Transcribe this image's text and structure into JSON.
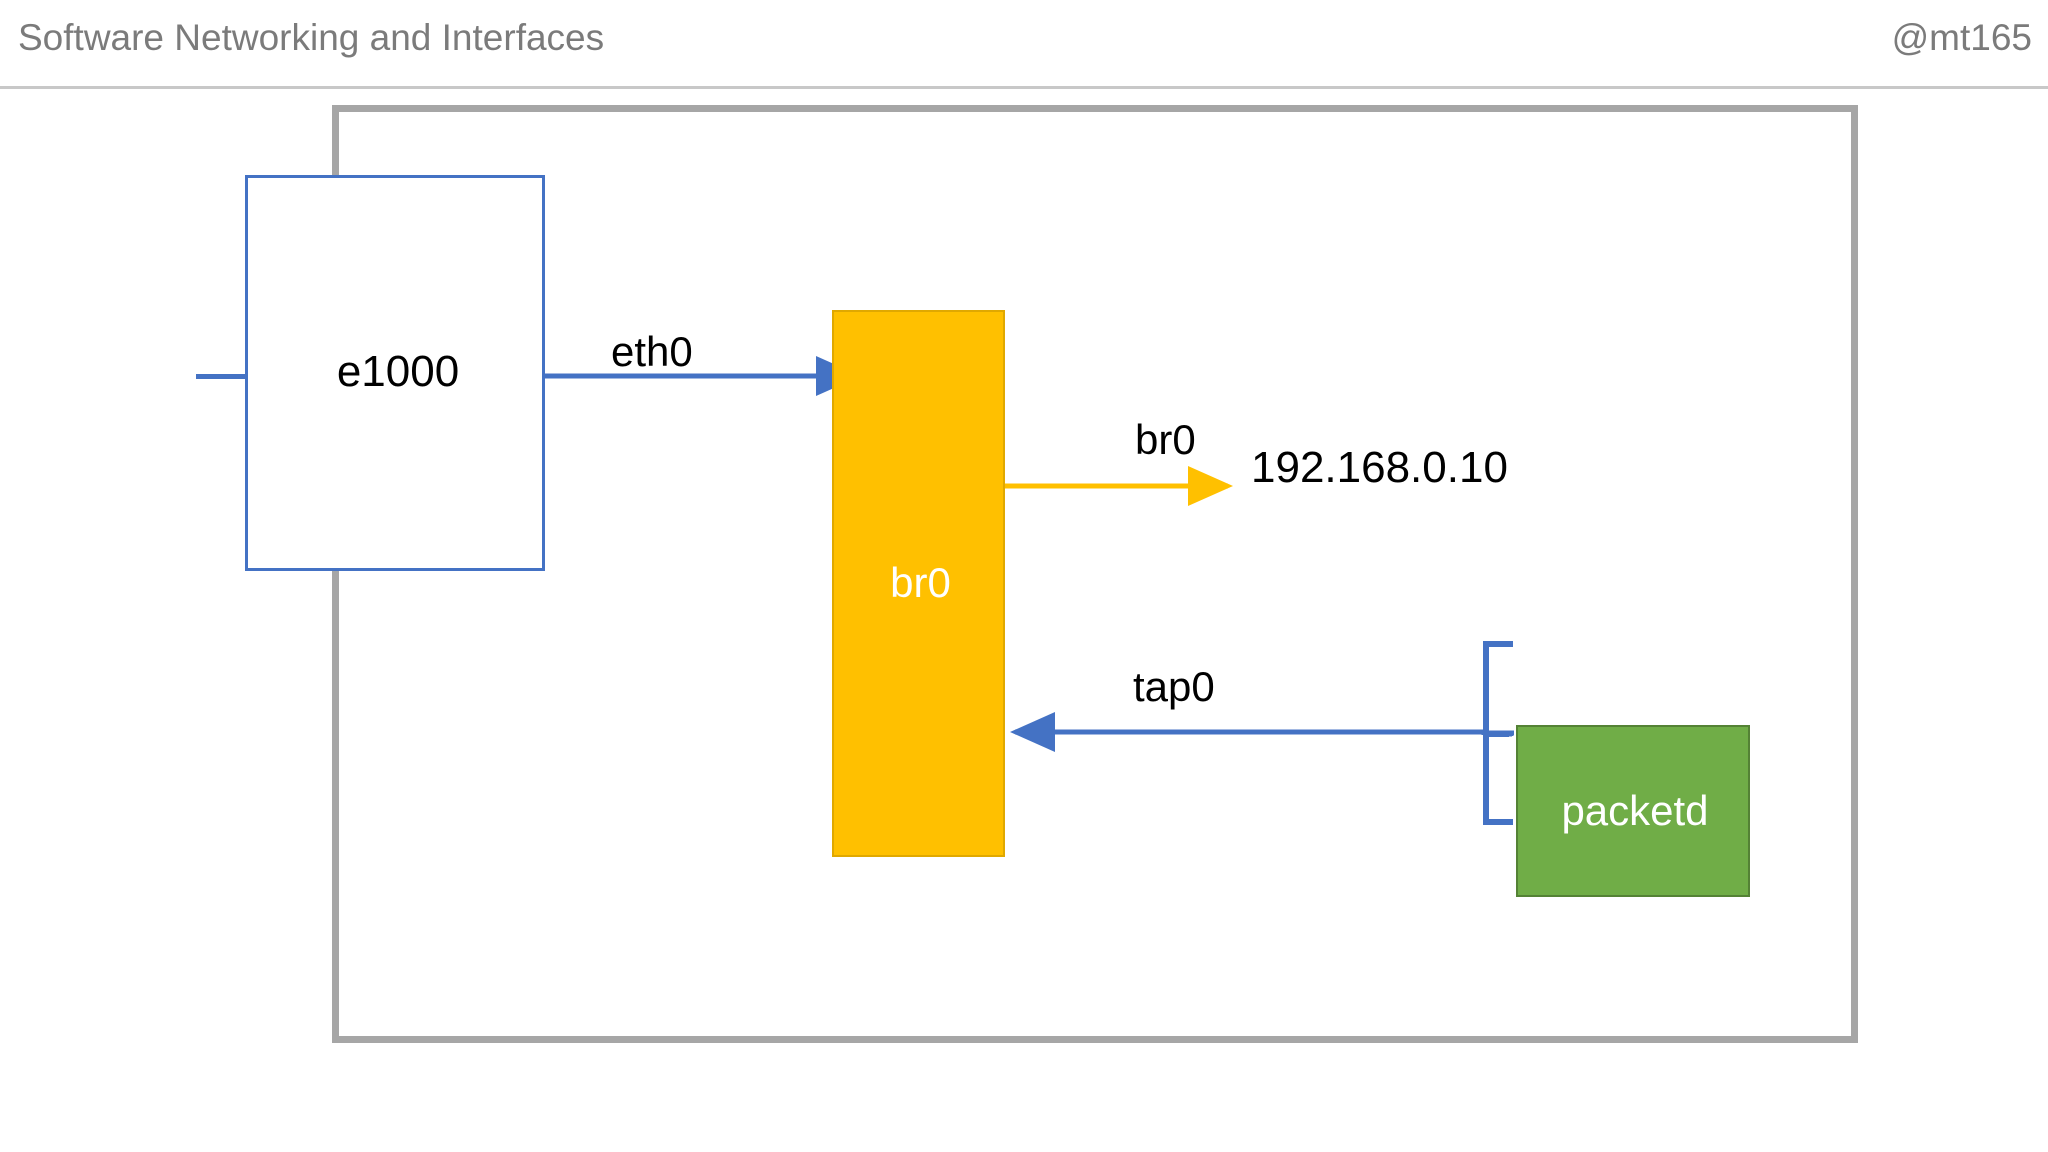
{
  "header": {
    "title": "Software Networking and Interfaces",
    "handle": "@mt165"
  },
  "diagram": {
    "type": "network-interface-diagram",
    "nodes": {
      "nic": {
        "label": "e1000",
        "kind": "hardware-nic",
        "fill": "#ffffff",
        "border": "#4472c4",
        "text_color": "#000000"
      },
      "bridge": {
        "label": "br0",
        "kind": "software-bridge",
        "fill": "#ffc000",
        "border": "#e0a800",
        "text_color": "#ffffff"
      },
      "daemon": {
        "label": "packetd",
        "kind": "userspace-process",
        "fill": "#70ad47",
        "border": "#548235",
        "text_color": "#ffffff"
      }
    },
    "host_container": {
      "border_color": "#a6a6a6",
      "fill": "transparent"
    },
    "edges": [
      {
        "label": "eth0",
        "from": "nic",
        "to": "bridge",
        "direction": "right",
        "color": "#4472c4"
      },
      {
        "label": "br0",
        "from": "bridge",
        "to": "ipaddr",
        "direction": "right",
        "color": "#ffc000"
      },
      {
        "label": "tap0",
        "from": "daemon",
        "to": "bridge",
        "direction": "left",
        "color": "#4472c4"
      }
    ],
    "annotations": {
      "ip_address": "192.168.0.10"
    }
  }
}
